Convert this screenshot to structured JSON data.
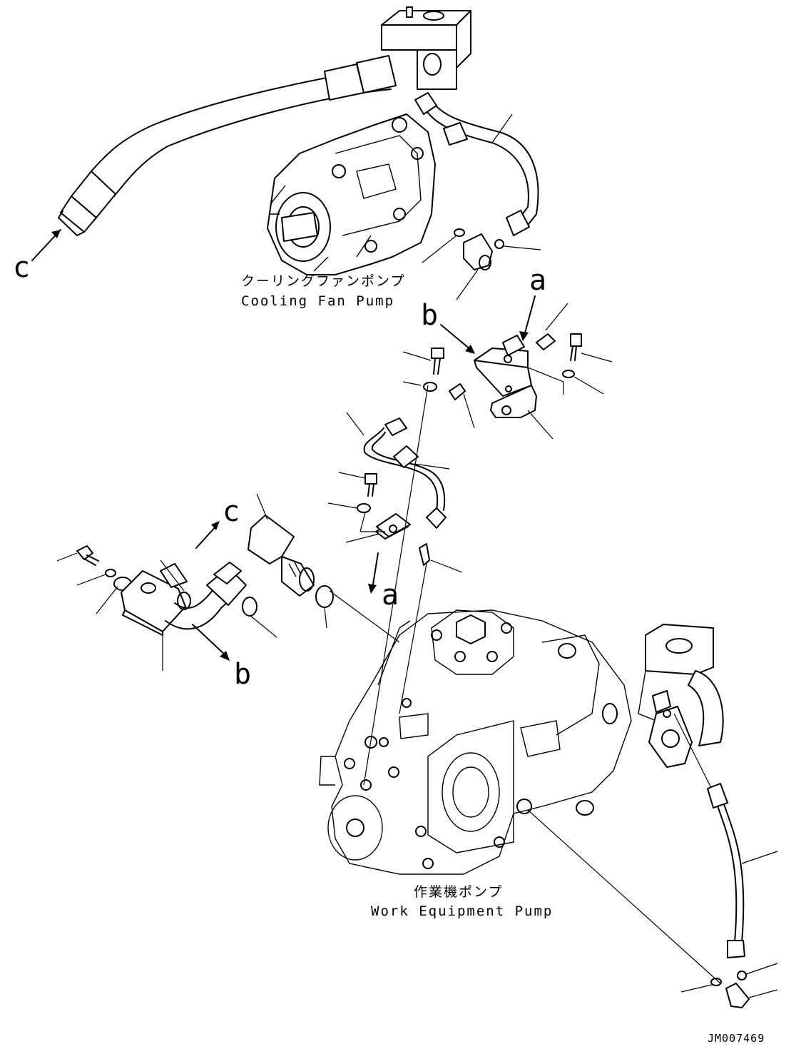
{
  "callout_letters": {
    "c_left": "c",
    "a_top": "a",
    "b_top": "b",
    "c_mid": "c",
    "a_mid": "a",
    "b_bottom": "b"
  },
  "captions": {
    "cooling_fan_pump_jp": "クーリングファンポンプ",
    "cooling_fan_pump_en": "Cooling Fan Pump",
    "work_equipment_pump_jp": "作業機ポンプ",
    "work_equipment_pump_en": "Work Equipment Pump"
  },
  "drawing_id": "JM007469"
}
